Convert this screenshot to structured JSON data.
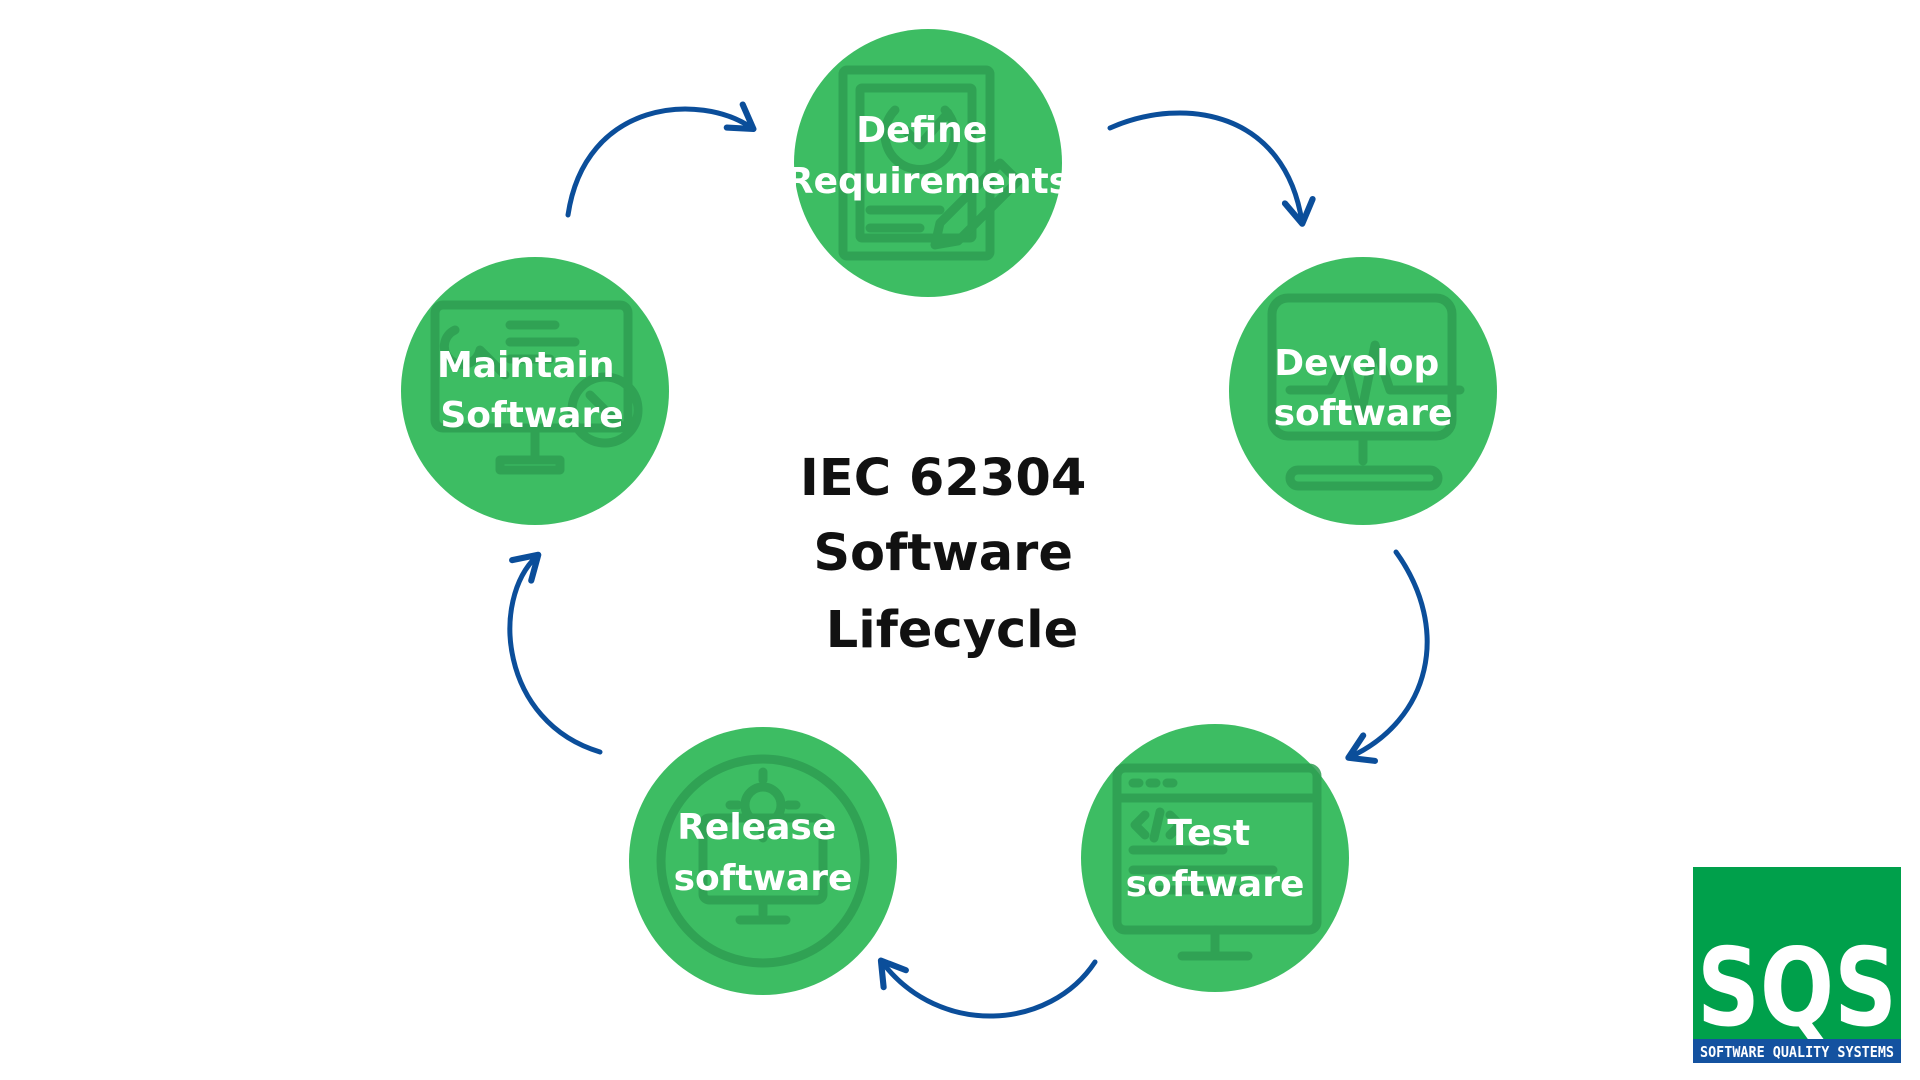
{
  "title_lines": [
    "IEC 62304",
    "Software",
    "Lifecycle"
  ],
  "stages": [
    {
      "lines": [
        "Define",
        "Requirements"
      ],
      "icon": "document-pencil-icon"
    },
    {
      "lines": [
        "Develop",
        "software"
      ],
      "icon": "monitor-pulse-icon"
    },
    {
      "lines": [
        "Test",
        "software"
      ],
      "icon": "code-window-icon"
    },
    {
      "lines": [
        "Release",
        "software"
      ],
      "icon": "monitor-gear-icon"
    },
    {
      "lines": [
        "Maintain",
        "Software"
      ],
      "icon": "monitor-wrench-icon"
    }
  ],
  "logo": {
    "wordmark": "SQS",
    "tagline": "SOFTWARE QUALITY SYSTEMS"
  },
  "colors": {
    "stage_fill": "#3dbd63",
    "arrow": "#0b4e9a",
    "title": "#111111",
    "logo_green": "#00a04b",
    "logo_blue": "#1452a0"
  }
}
